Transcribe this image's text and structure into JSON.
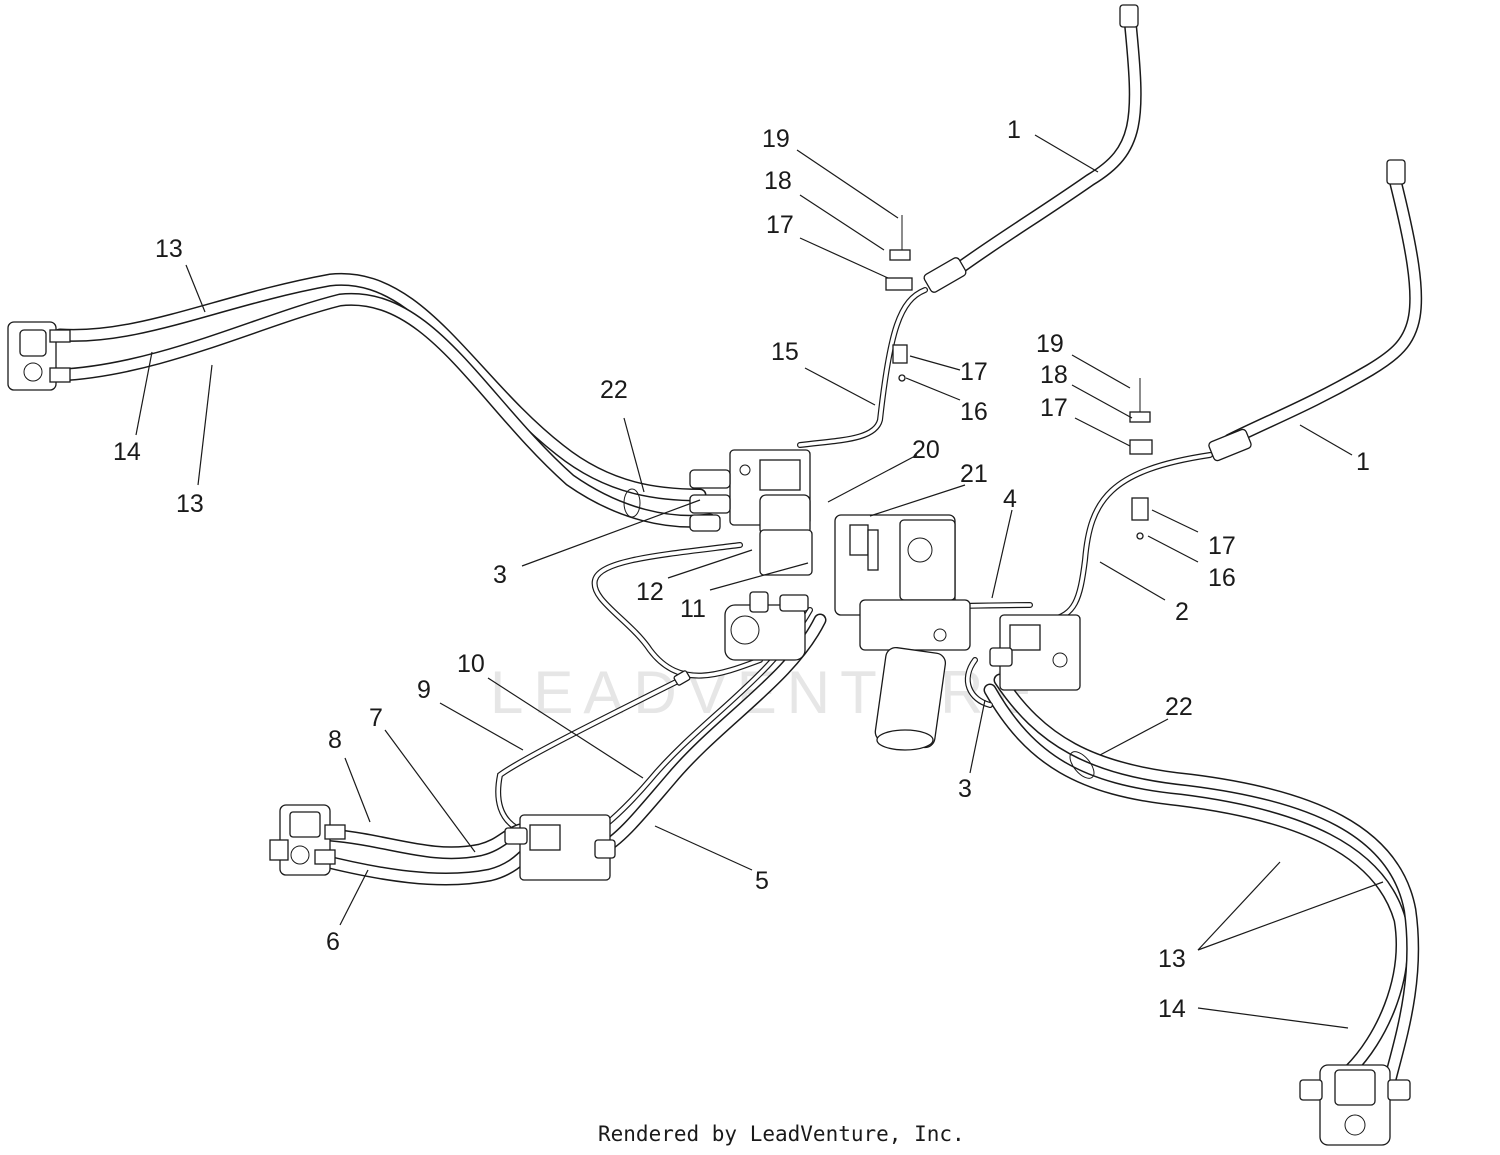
{
  "watermark": "LEADVENTURE",
  "footer": "Rendered by LeadVenture, Inc.",
  "callouts": [
    {
      "id": "c1a",
      "label": "1"
    },
    {
      "id": "c1b",
      "label": "1"
    },
    {
      "id": "c2",
      "label": "2"
    },
    {
      "id": "c3a",
      "label": "3"
    },
    {
      "id": "c3b",
      "label": "3"
    },
    {
      "id": "c4",
      "label": "4"
    },
    {
      "id": "c5",
      "label": "5"
    },
    {
      "id": "c6",
      "label": "6"
    },
    {
      "id": "c7",
      "label": "7"
    },
    {
      "id": "c8",
      "label": "8"
    },
    {
      "id": "c9",
      "label": "9"
    },
    {
      "id": "c10",
      "label": "10"
    },
    {
      "id": "c11",
      "label": "11"
    },
    {
      "id": "c12",
      "label": "12"
    },
    {
      "id": "c13a",
      "label": "13"
    },
    {
      "id": "c13b",
      "label": "13"
    },
    {
      "id": "c13c",
      "label": "13"
    },
    {
      "id": "c14a",
      "label": "14"
    },
    {
      "id": "c14b",
      "label": "14"
    },
    {
      "id": "c15",
      "label": "15"
    },
    {
      "id": "c16a",
      "label": "16"
    },
    {
      "id": "c16b",
      "label": "16"
    },
    {
      "id": "c17a",
      "label": "17"
    },
    {
      "id": "c17b",
      "label": "17"
    },
    {
      "id": "c17c",
      "label": "17"
    },
    {
      "id": "c17d",
      "label": "17"
    },
    {
      "id": "c18a",
      "label": "18"
    },
    {
      "id": "c18b",
      "label": "18"
    },
    {
      "id": "c19a",
      "label": "19"
    },
    {
      "id": "c19b",
      "label": "19"
    },
    {
      "id": "c20",
      "label": "20"
    },
    {
      "id": "c21",
      "label": "21"
    },
    {
      "id": "c22a",
      "label": "22"
    },
    {
      "id": "c22b",
      "label": "22"
    }
  ]
}
